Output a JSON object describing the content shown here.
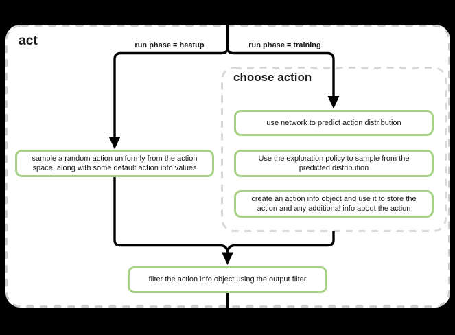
{
  "flowchart": {
    "container_title": "act",
    "branch_labels": {
      "heatup": "run phase = heatup",
      "training": "run phase = training"
    },
    "heatup_node": "sample a random action uniformly from the action space, along with some default action info values",
    "subgraph": {
      "title": "choose action",
      "steps": [
        "use network to predict action distribution",
        "Use the exploration policy to sample from the predicted distribution",
        "create an action info object and use it to store the action and any additional info about the action"
      ]
    },
    "merge_node": "filter the action info object using the output filter",
    "colors": {
      "background": "#000000",
      "canvas": "#ffffff",
      "node_border": "#a7d286",
      "edge": "#000000",
      "container_dash": "#cfcfcf",
      "subgraph_dash": "#d8d8d8"
    }
  }
}
